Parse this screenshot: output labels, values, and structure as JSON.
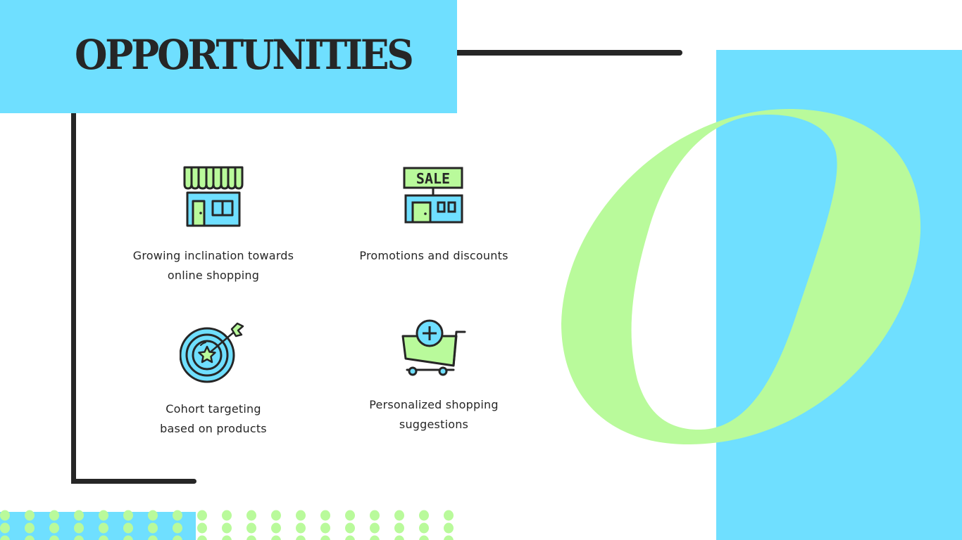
{
  "slide": {
    "title": "OPPORTUNITIES",
    "decorative_letter": "O",
    "colors": {
      "accent_blue": "#6fdfff",
      "accent_green": "#b9fa9b",
      "dark": "#262626",
      "background": "#ffffff"
    }
  },
  "items": [
    {
      "icon": "storefront-icon",
      "label_line1": "Growing inclination towards",
      "label_line2": "online shopping"
    },
    {
      "icon": "sale-shop-icon",
      "label_line1": "Promotions and discounts",
      "label_line2": ""
    },
    {
      "icon": "target-dart-icon",
      "label_line1": "Cohort targeting",
      "label_line2": "based on products"
    },
    {
      "icon": "cart-add-icon",
      "label_line1": "Personalized shopping",
      "label_line2": "suggestions"
    }
  ],
  "sale_sign_text": "SALE"
}
